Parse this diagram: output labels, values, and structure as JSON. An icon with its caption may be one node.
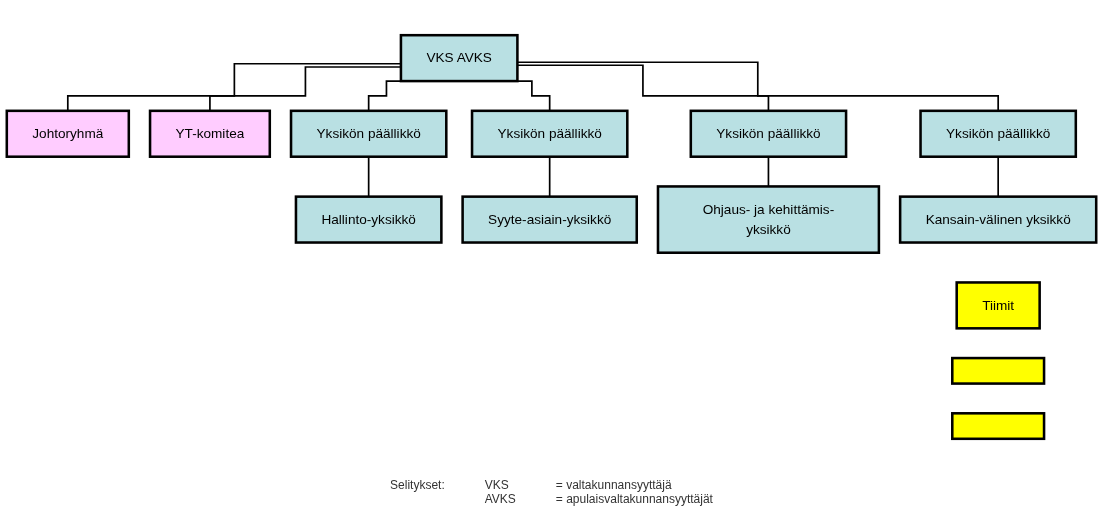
{
  "diagram": {
    "nodes": [
      {
        "text": [
          "VKS AVKS"
        ]
      },
      {
        "text": [
          "Johtoryhmä"
        ]
      },
      {
        "text": [
          "YT-komitea"
        ]
      },
      {
        "text": [
          "Yksikön päällikkö"
        ]
      },
      {
        "text": [
          "Yksikön päällikkö"
        ]
      },
      {
        "text": [
          "Yksikön päällikkö"
        ]
      },
      {
        "text": [
          "Yksikön päällikkö"
        ]
      },
      {
        "text": [
          "Hallinto-yksikkö"
        ]
      },
      {
        "text": [
          "Syyte-asiain-yksikkö"
        ]
      },
      {
        "text": [
          "Ohjaus- ja kehittämis-yksikkö"
        ]
      },
      {
        "text": [
          "Kansain-välinen yksikkö"
        ]
      },
      {
        "text": [
          "Tiimit"
        ]
      },
      {
        "text": [],
        "shape": "bar"
      },
      {
        "text": [],
        "shape": "bar"
      }
    ],
    "edges": [
      {
        "from": 0,
        "to": 1,
        "arrow": "none"
      },
      {
        "from": 0,
        "to": 2,
        "arrow": "none"
      },
      {
        "from": 0,
        "to": 3,
        "arrow": "none"
      },
      {
        "from": 0,
        "to": 4,
        "arrow": "none"
      },
      {
        "from": 0,
        "to": 5,
        "arrow": "none"
      },
      {
        "from": 0,
        "to": 6,
        "arrow": "none"
      },
      {
        "from": 3,
        "to": 7,
        "arrow": "none"
      },
      {
        "from": 4,
        "to": 8,
        "arrow": "none"
      },
      {
        "from": 5,
        "to": 9,
        "arrow": "none"
      },
      {
        "from": 6,
        "to": 10,
        "arrow": "none"
      }
    ],
    "labels": [
      "Selitykset:",
      "VKS",
      "= valtakunnansyyttäjä",
      "AVKS",
      "= apulaisvaltakunnansyyttäjät"
    ]
  }
}
